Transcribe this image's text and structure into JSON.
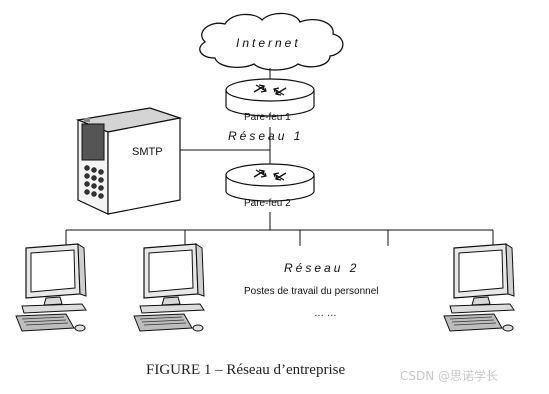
{
  "nodes": {
    "internet": "Internet",
    "firewall1": "Pare-feu 1",
    "network1": "Réseau 1",
    "smtp": "SMTP",
    "firewall2": "Pare-feu 2",
    "network2": "Réseau 2",
    "workstations": "Postes de travail du personnel",
    "ellipsis": "… …"
  },
  "caption": {
    "prefix": "FIGURE 1 – ",
    "text": "Réseau d’entreprise"
  },
  "watermark": "CSDN @思诺学长"
}
